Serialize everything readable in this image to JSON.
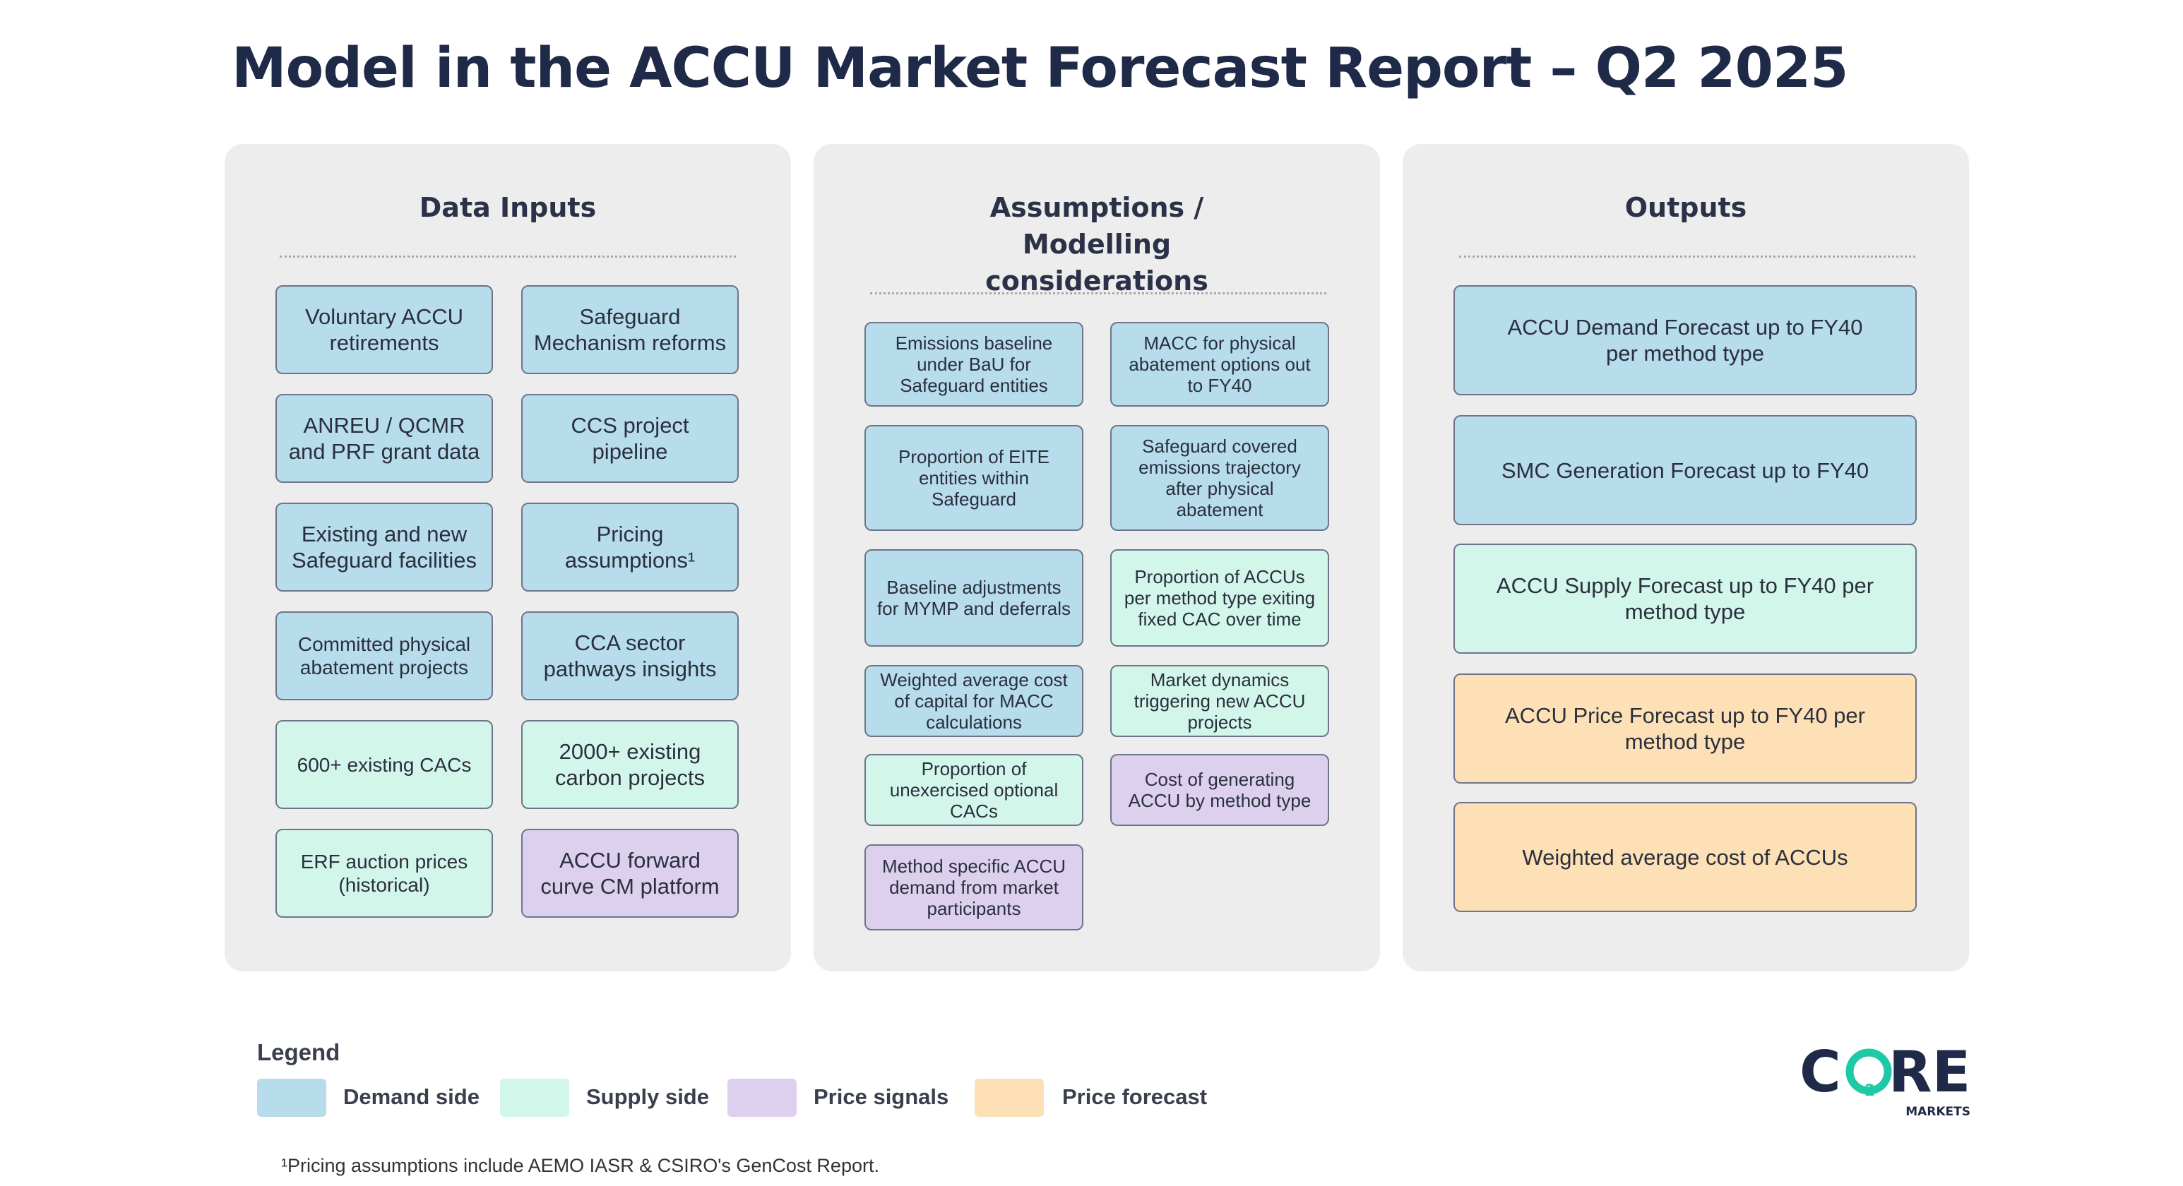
{
  "title": "Model in the ACCU Market Forecast Report – Q2 2025",
  "panels": {
    "inputs": {
      "heading": "Data Inputs",
      "items": [
        {
          "text": "Voluntary ACCU retirements",
          "category": "demand"
        },
        {
          "text": "Safeguard Mechanism reforms",
          "category": "demand"
        },
        {
          "text": "ANREU / QCMR and PRF grant data",
          "category": "demand"
        },
        {
          "text": "CCS project pipeline",
          "category": "demand"
        },
        {
          "text": "Existing and new Safeguard facilities",
          "category": "demand"
        },
        {
          "text": "Pricing assumptions¹",
          "category": "demand"
        },
        {
          "text": "Committed physical abatement projects",
          "category": "demand"
        },
        {
          "text": "CCA sector pathways insights",
          "category": "demand"
        },
        {
          "text": "600+ existing CACs",
          "category": "supply"
        },
        {
          "text": "2000+ existing carbon projects",
          "category": "supply"
        },
        {
          "text": "ERF auction prices (historical)",
          "category": "supply"
        },
        {
          "text": "ACCU forward curve CM platform",
          "category": "price"
        }
      ]
    },
    "assumptions": {
      "heading": "Assumptions / Modelling considerations",
      "items": [
        {
          "text": "Emissions baseline under BaU for Safeguard entities",
          "category": "demand"
        },
        {
          "text": "MACC for physical abatement options out to FY40",
          "category": "demand"
        },
        {
          "text": "Proportion of EITE entities within Safeguard",
          "category": "demand"
        },
        {
          "text": "Safeguard covered emissions trajectory after physical abatement",
          "category": "demand"
        },
        {
          "text": "Baseline adjustments for MYMP and deferrals",
          "category": "demand"
        },
        {
          "text": "Proportion of ACCUs per method type exiting fixed CAC over time",
          "category": "supply"
        },
        {
          "text": "Weighted average cost of capital for MACC calculations",
          "category": "demand"
        },
        {
          "text": "Market dynamics triggering new ACCU projects",
          "category": "supply"
        },
        {
          "text": "Proportion of unexercised optional CACs",
          "category": "supply"
        },
        {
          "text": "Cost of generating ACCU by method type",
          "category": "price"
        },
        {
          "text": "Method specific ACCU demand from market participants",
          "category": "price"
        }
      ]
    },
    "outputs": {
      "heading": "Outputs",
      "items": [
        {
          "text": "ACCU Demand Forecast up to FY40 per method type",
          "category": "demand"
        },
        {
          "text": "SMC Generation Forecast up to FY40",
          "category": "demand"
        },
        {
          "text": "ACCU Supply Forecast up to FY40 per method type",
          "category": "supply"
        },
        {
          "text": "ACCU Price Forecast up to FY40 per method type",
          "category": "forecast"
        },
        {
          "text": "Weighted average cost of ACCUs",
          "category": "forecast"
        }
      ]
    }
  },
  "legend": {
    "title": "Legend",
    "items": [
      {
        "label": "Demand side",
        "color": "#b7dcec"
      },
      {
        "label": "Supply side",
        "color": "#d3f6eb"
      },
      {
        "label": "Price signals",
        "color": "#ddd0ef"
      },
      {
        "label": "Price forecast",
        "color": "#fde0b5"
      }
    ]
  },
  "footnote": "¹Pricing assumptions include AEMO IASR & CSIRO's GenCost Report.",
  "logo": {
    "text": "CORE",
    "subscript": "2",
    "sub_text": "MARKETS"
  },
  "colors": {
    "demand": "#b7dcec",
    "supply": "#d3f6eb",
    "price": "#ddd0ef",
    "forecast": "#fde0b5",
    "title": "#1f2a48"
  }
}
